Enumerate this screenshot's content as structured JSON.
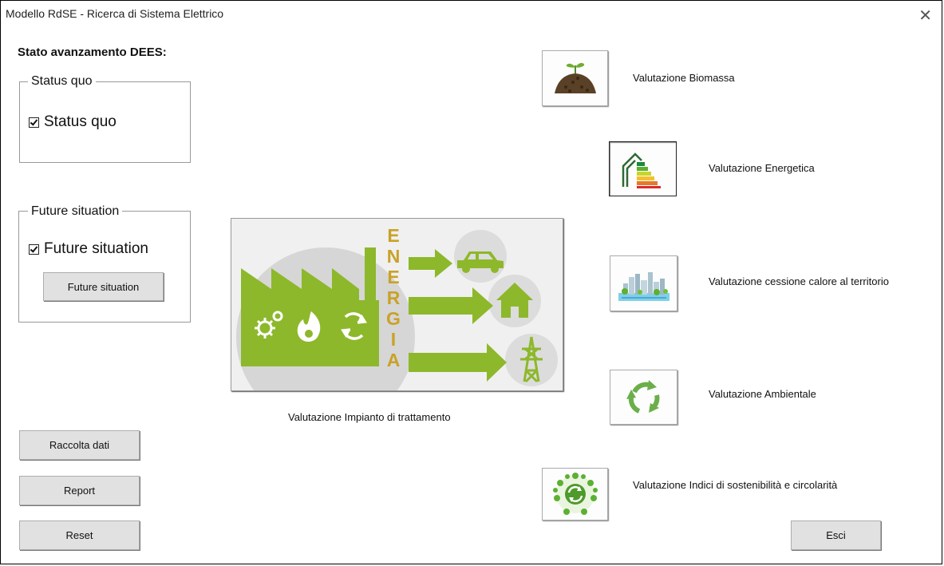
{
  "window": {
    "title": "Modello RdSE - Ricerca di Sistema Elettrico",
    "close_glyph": "✕"
  },
  "heading": "Stato avanzamento DEES:",
  "status_quo": {
    "group_label": "Status quo",
    "checkbox_label": "Status quo",
    "checked": true
  },
  "future": {
    "group_label": "Future situation",
    "checkbox_label": "Future situation",
    "checked": true,
    "button_label": "Future situation"
  },
  "plant": {
    "caption": "Valutazione Impianto di trattamento",
    "word": [
      "E",
      "N",
      "E",
      "R",
      "G",
      "I",
      "A"
    ],
    "icons": [
      "factory-icon",
      "gears-icon",
      "flame-icon",
      "recycle-icon",
      "car-icon",
      "house-icon",
      "pylon-icon"
    ]
  },
  "evaluations": [
    {
      "label": "Valutazione Biomassa",
      "icon": "biomass-icon"
    },
    {
      "label": "Valutazione Energetica",
      "icon": "energy-class-icon"
    },
    {
      "label": "Valutazione cessione calore al territorio",
      "icon": "city-icon"
    },
    {
      "label": "Valutazione Ambientale",
      "icon": "recycle-icon"
    },
    {
      "label": "Valutazione Indici di sostenibilità e circolarità",
      "icon": "sustainability-icon"
    }
  ],
  "actions": {
    "raccolta": "Raccolta dati",
    "report": "Report",
    "reset": "Reset",
    "esci": "Esci"
  },
  "colors": {
    "accent_green": "#8db82b",
    "energia_text": "#c9a227"
  }
}
